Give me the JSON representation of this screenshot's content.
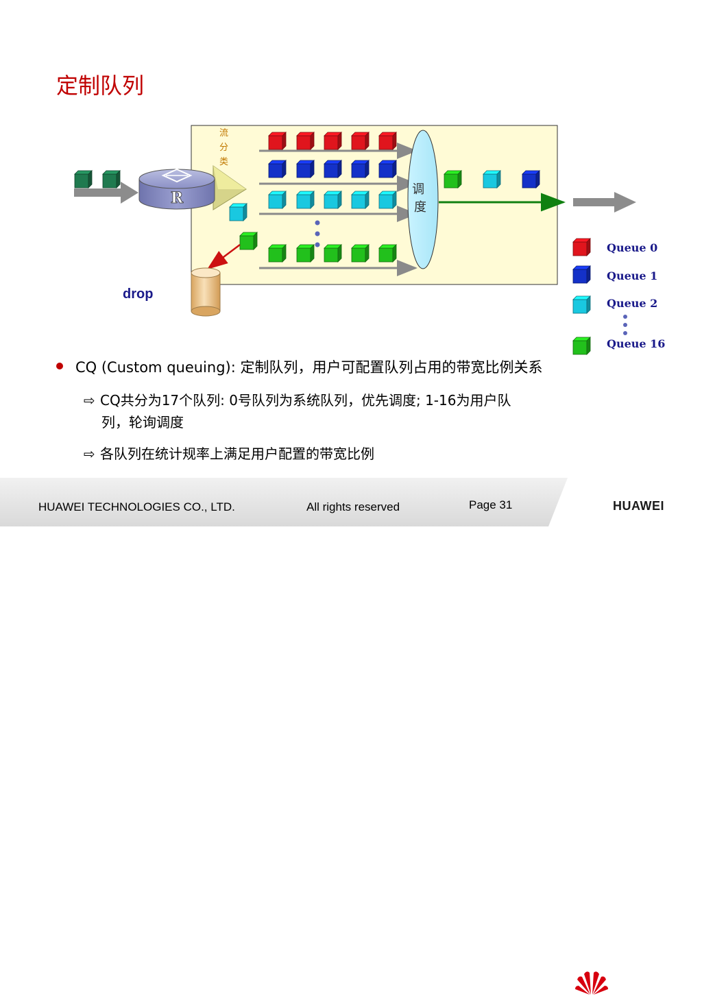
{
  "title": "定制队列",
  "diagram": {
    "classifier_label": "流\n分\n类",
    "scheduler_label": "调\n度",
    "router_label": "R",
    "drop_label": "drop",
    "legend": [
      {
        "label": "Queue 0",
        "color": "#e0151d"
      },
      {
        "label": "Queue 1",
        "color": "#1431c8"
      },
      {
        "label": "Queue 2",
        "color": "#19c8e0"
      },
      {
        "label": "Queue 16",
        "color": "#22c01c"
      }
    ],
    "colors": {
      "panel": "#fffbd6",
      "red": "#e0151d",
      "blue": "#1431c8",
      "cyan": "#19c8e0",
      "green": "#22c01c",
      "dark_green": "#1f7a4f",
      "output_arrow": "#108010"
    }
  },
  "bullets": {
    "main": "CQ (Custom queuing): 定制队列，用户可配置队列占用的带宽比例关系",
    "sub1_line1": "CQ共分为17个队列:  0号队列为系统队列，优先调度; 1-16为用户队",
    "sub1_line2": "列，轮询调度",
    "sub2": "各队列在统计规率上满足用户配置的带宽比例",
    "arrow_icon": "⇨"
  },
  "footer": {
    "company": "HUAWEI TECHNOLOGIES CO., LTD.",
    "rights": "All rights reserved",
    "page": "Page 31",
    "brand": "HUAWEI"
  }
}
